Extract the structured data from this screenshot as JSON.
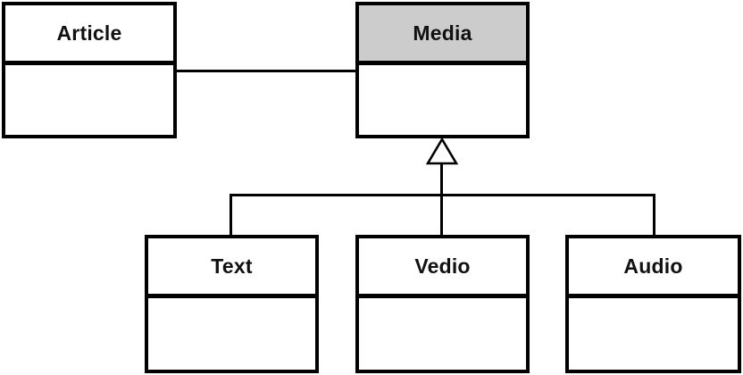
{
  "diagram": {
    "kind": "uml-class-diagram",
    "nodes": [
      {
        "id": "article",
        "label": "Article",
        "header_fill": "#ffffff"
      },
      {
        "id": "media",
        "label": "Media",
        "header_fill": "#cccccc"
      },
      {
        "id": "text",
        "label": "Text",
        "header_fill": "#ffffff"
      },
      {
        "id": "vedio",
        "label": "Vedio",
        "header_fill": "#ffffff"
      },
      {
        "id": "audio",
        "label": "Audio",
        "header_fill": "#ffffff"
      }
    ],
    "edges": [
      {
        "type": "association",
        "from": "Article",
        "to": "Media"
      },
      {
        "type": "generalization",
        "from": "Text",
        "to": "Media"
      },
      {
        "type": "generalization",
        "from": "Vedio",
        "to": "Media"
      },
      {
        "type": "generalization",
        "from": "Audio",
        "to": "Media"
      }
    ],
    "colors": {
      "line": "#000000",
      "highlight_header": "#cccccc",
      "background": "#ffffff"
    }
  }
}
